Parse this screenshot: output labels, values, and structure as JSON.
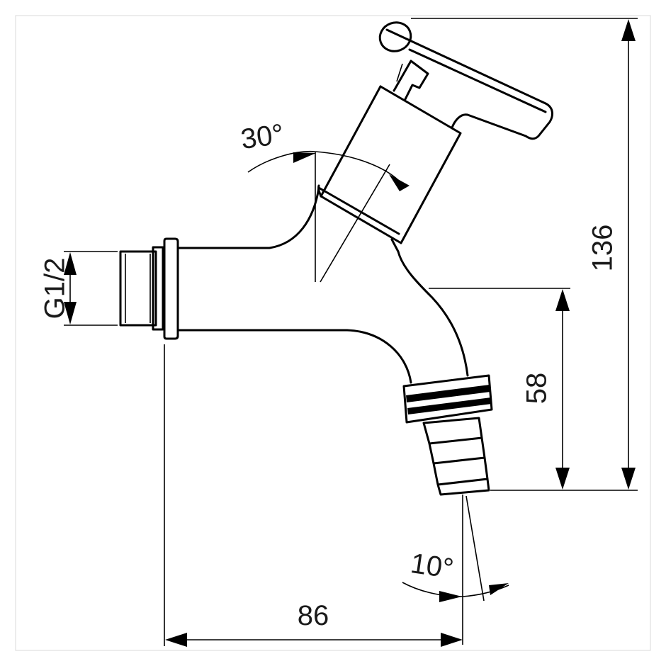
{
  "drawing": {
    "dimensions": {
      "thread": "G1/2",
      "total_height": "136",
      "outlet_height": "58",
      "projection": "86",
      "handle_angle": "30°",
      "outlet_angle": "10°"
    }
  }
}
